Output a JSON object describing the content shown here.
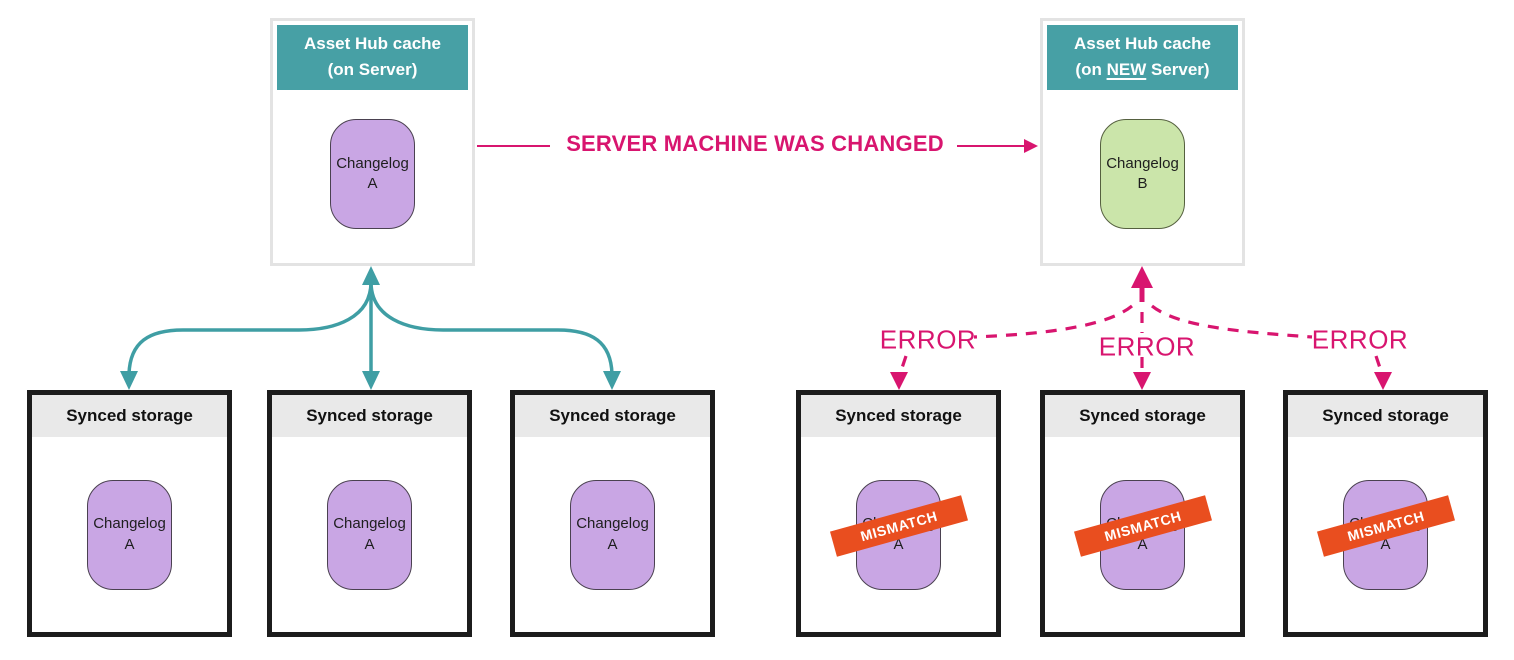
{
  "colors": {
    "teal_header": "#47a0a5",
    "teal_arrow": "#3f9ea4",
    "pink": "#d8156f",
    "purple_pill": "#c9a6e4",
    "green_pill": "#cbe5aa",
    "orange_banner": "#e94e1f",
    "storage_header_gray": "#e9e9e9",
    "storage_border": "#1c1c1c",
    "hub_border": "#e3e3e3"
  },
  "left_hub": {
    "title_line1": "Asset Hub cache",
    "title_line2": "(on Server)",
    "pill_line1": "Changelog",
    "pill_line2": "A"
  },
  "right_hub": {
    "title_line1": "Asset Hub cache",
    "title_line2_prefix": "(on ",
    "title_line2_new": "NEW",
    "title_line2_suffix": " Server)",
    "pill_line1": "Changelog",
    "pill_line2": "B"
  },
  "transition_label": "SERVER MACHINE WAS CHANGED",
  "error_labels": [
    "ERROR",
    "ERROR",
    "ERROR"
  ],
  "storage_boxes": [
    {
      "title": "Synced storage",
      "pill_line1": "Changelog",
      "pill_line2": "A"
    },
    {
      "title": "Synced storage",
      "pill_line1": "Changelog",
      "pill_line2": "A"
    },
    {
      "title": "Synced storage",
      "pill_line1": "Changelog",
      "pill_line2": "A"
    },
    {
      "title": "Synced storage",
      "pill_line1": "Changelog",
      "pill_line2": "A",
      "mismatch": "MISMATCH"
    },
    {
      "title": "Synced storage",
      "pill_line1": "Changelog",
      "pill_line2": "A",
      "mismatch": "MISMATCH"
    },
    {
      "title": "Synced storage",
      "pill_line1": "Changelog",
      "pill_line2": "A",
      "mismatch": "MISMATCH"
    }
  ]
}
